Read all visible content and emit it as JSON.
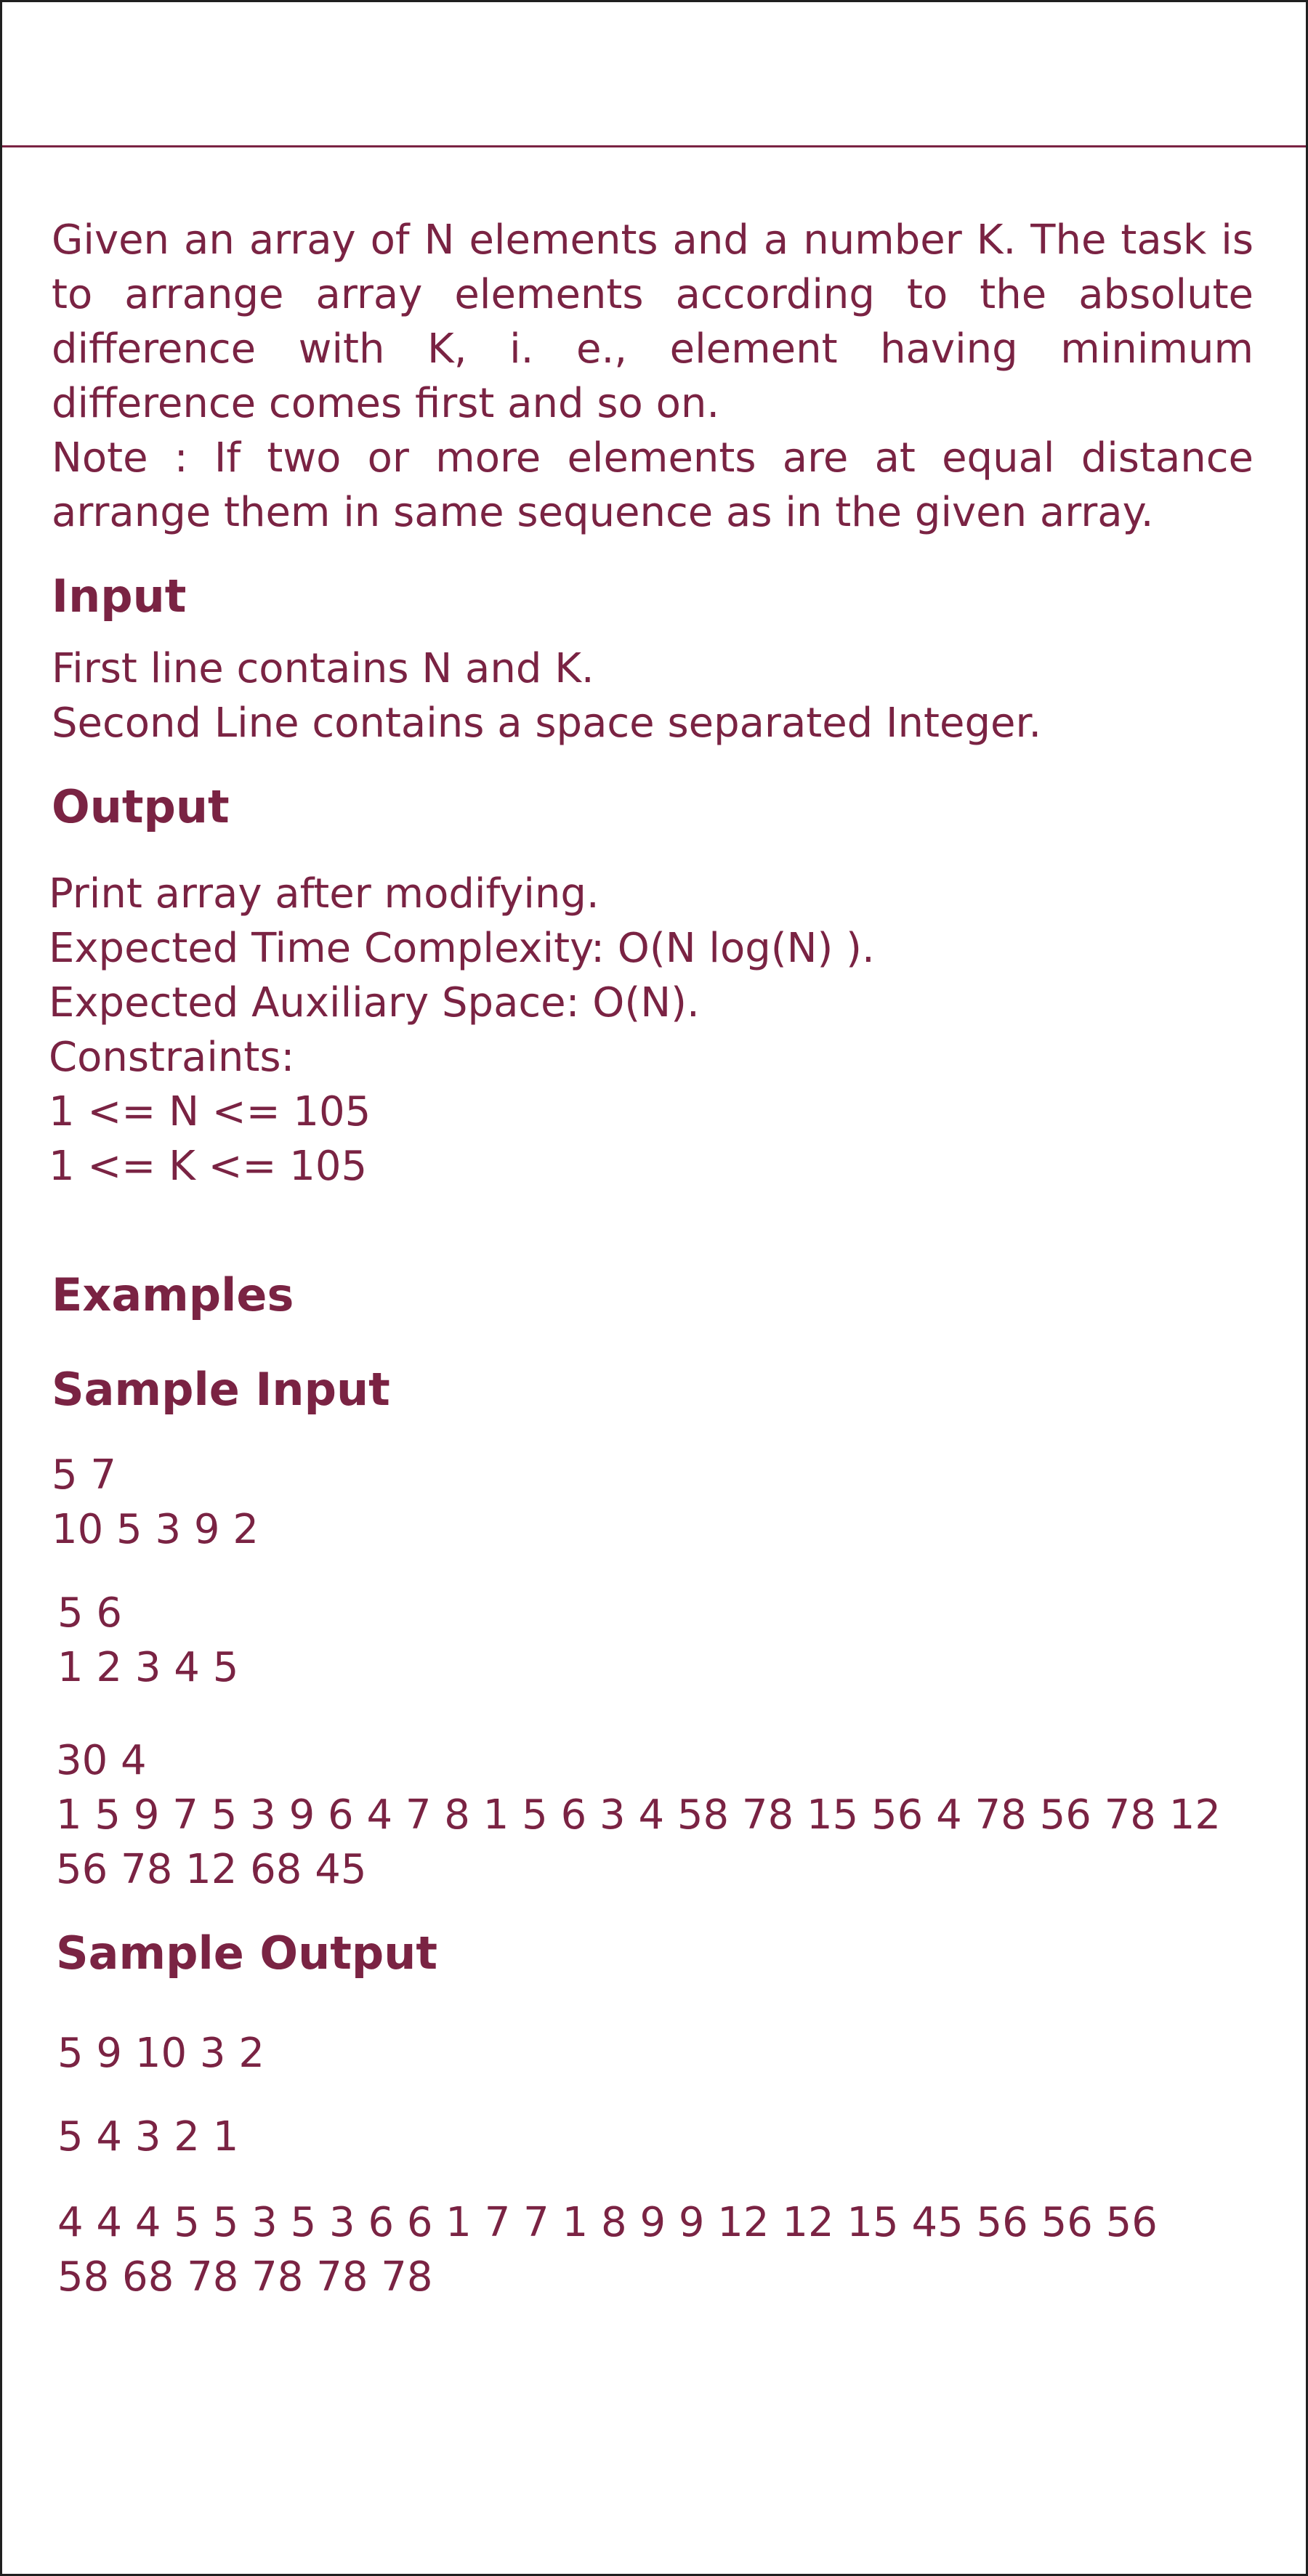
{
  "problem": {
    "statement": "Given an array of N elements and a number K. The task is to arrange array elements according to the absolute difference with K, i. e., element having minimum difference comes first and so on.",
    "note": "Note : If two or more elements are at equal distance arrange them in same sequence as in the given array."
  },
  "input_section": {
    "heading": "Input",
    "lines": [
      "First line contains N and K.",
      "Second Line contains a space separated Integer."
    ]
  },
  "output_section": {
    "heading": "Output",
    "lines": [
      "Print array after modifying.",
      "Expected Time Complexity: O(N log(N) ).",
      "Expected Auxiliary Space: O(N).",
      "Constraints:",
      "1 <= N <= 105",
      "1 <= K <= 105"
    ]
  },
  "examples": {
    "heading": "Examples",
    "sample_input_heading": "Sample Input",
    "sample_inputs": [
      [
        "5 7",
        "10 5 3 9 2"
      ],
      [
        "5 6",
        "1 2 3 4 5"
      ],
      [
        "30 4",
        "1 5 9 7 5 3 9 6 4 7 8 1 5 6 3 4 58 78 15 56 4 78 56 78 12",
        "56 78 12 68 45"
      ]
    ],
    "sample_output_heading": "Sample Output",
    "sample_outputs": [
      [
        "5 9 10 3 2"
      ],
      [
        "5 4 3 2 1"
      ],
      [
        "4 4 4 5 5 3 5 3 6 6 1 7 7 1 8 9 9 12 12 15 45 56 56 56",
        "58 68 78 78 78 78"
      ]
    ]
  }
}
